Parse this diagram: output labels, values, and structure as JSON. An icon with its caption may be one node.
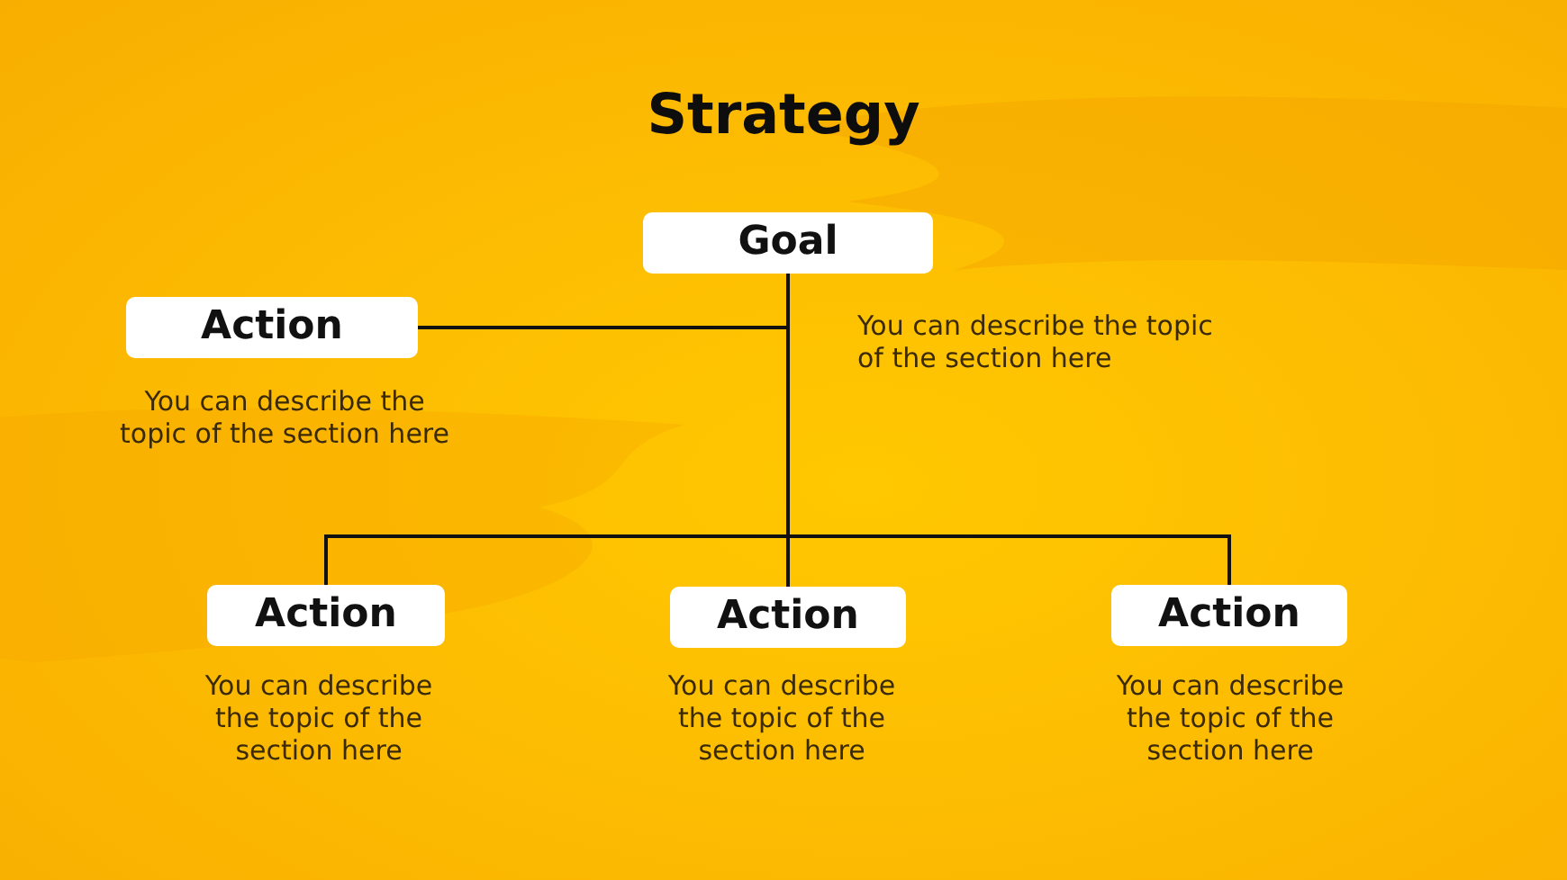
{
  "diagram": {
    "title": "Strategy",
    "nodes": [
      {
        "text": [
          "Goal"
        ],
        "beside": [
          "You can describe the topic of the section here"
        ]
      },
      {
        "text": [
          "Action"
        ],
        "beside": [
          "You can describe the topic of the section here"
        ]
      },
      {
        "text": [
          "Action"
        ],
        "beside": [
          "You can describe the topic of the section here"
        ]
      },
      {
        "text": [
          "Action"
        ],
        "beside": [
          "You can describe the topic of the section here"
        ]
      },
      {
        "text": [
          "Action"
        ],
        "beside": [
          "You can describe the topic of the section here"
        ]
      }
    ],
    "edges": [
      {
        "from": 0,
        "to": 1,
        "arrow": "none"
      },
      {
        "from": 0,
        "to": 2,
        "arrow": "none"
      },
      {
        "from": 0,
        "to": 3,
        "arrow": "none"
      },
      {
        "from": 0,
        "to": 4,
        "arrow": "none"
      }
    ]
  }
}
